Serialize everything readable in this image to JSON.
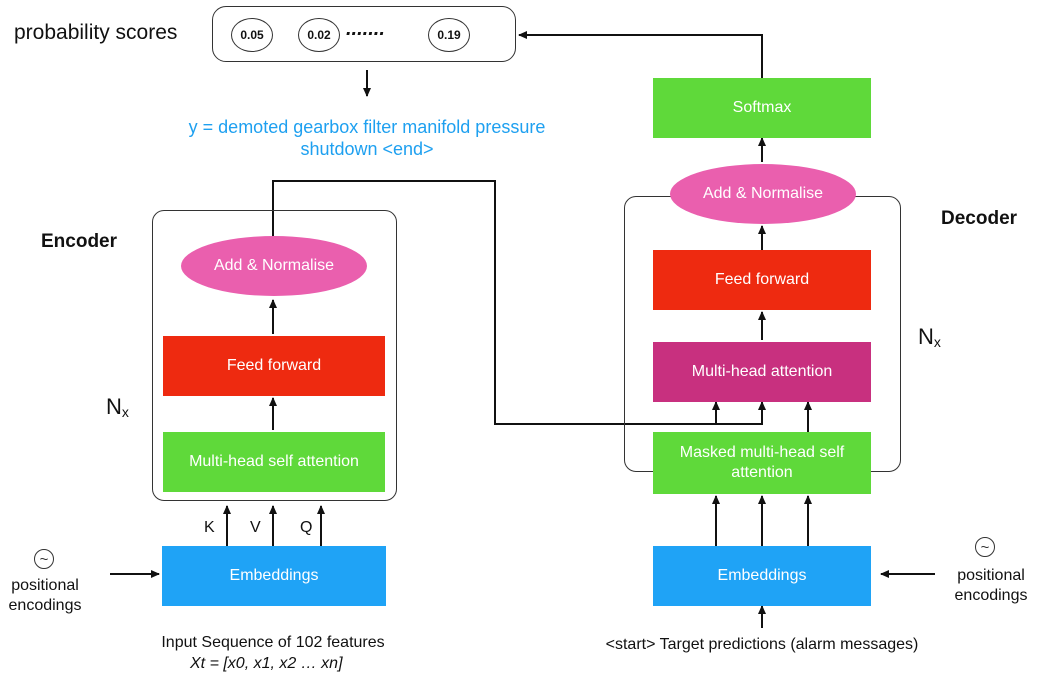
{
  "output": {
    "label": "probability scores",
    "scores": [
      "0.05",
      "0.02",
      "0.19"
    ],
    "ellipsis": ".......",
    "sequence_line1": "y = demoted gearbox filter manifold pressure",
    "sequence_line2": "shutdown <end>"
  },
  "encoder": {
    "heading": "Encoder",
    "repeat": "N",
    "repeat_sub": "x",
    "add_norm": "Add & Normalise",
    "feed_forward": "Feed forward",
    "self_attention": "Multi-head self attention",
    "embeddings": "Embeddings",
    "k": "K",
    "v": "V",
    "q": "Q",
    "posenc_line1": "positional",
    "posenc_line2": "encodings",
    "input_label": "Input Sequence of 102 features",
    "input_formula": "Xt = [x0, x1, x2 … xn]"
  },
  "decoder": {
    "heading": "Decoder",
    "repeat": "N",
    "repeat_sub": "x",
    "softmax": "Softmax",
    "add_norm": "Add & Normalise",
    "feed_forward": "Feed forward",
    "cross_attention": "Multi-head attention",
    "masked_attention_line1": "Masked multi-head self",
    "masked_attention_line2": "attention",
    "embeddings": "Embeddings",
    "posenc_line1": "positional",
    "posenc_line2": "encodings",
    "input_label": "<start> Target predictions (alarm messages)"
  },
  "icons": {
    "positional_encoding": "sine-wave-circle-icon"
  },
  "colors": {
    "attention_green": "#5fd93a",
    "feed_forward_red": "#ee2a10",
    "embeddings_blue": "#1fa3f6",
    "add_norm_pink": "#ea5fae",
    "cross_attention_magenta": "#c8307f",
    "output_text_blue": "#1ea0f0"
  }
}
